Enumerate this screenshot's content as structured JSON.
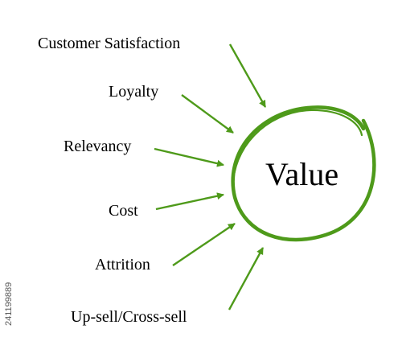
{
  "diagram": {
    "center_label": "Value",
    "factors": [
      {
        "id": "customer-satisfaction",
        "label": "Customer Satisfaction"
      },
      {
        "id": "loyalty",
        "label": "Loyalty"
      },
      {
        "id": "relevancy",
        "label": "Relevancy"
      },
      {
        "id": "cost",
        "label": "Cost"
      },
      {
        "id": "attrition",
        "label": "Attrition"
      },
      {
        "id": "upsell-crosssell",
        "label": "Up-sell/Cross-sell"
      }
    ]
  },
  "stock_id": "241199889",
  "colors": {
    "accent_green": "#4e9a1a",
    "text": "#000000",
    "background": "#ffffff"
  }
}
